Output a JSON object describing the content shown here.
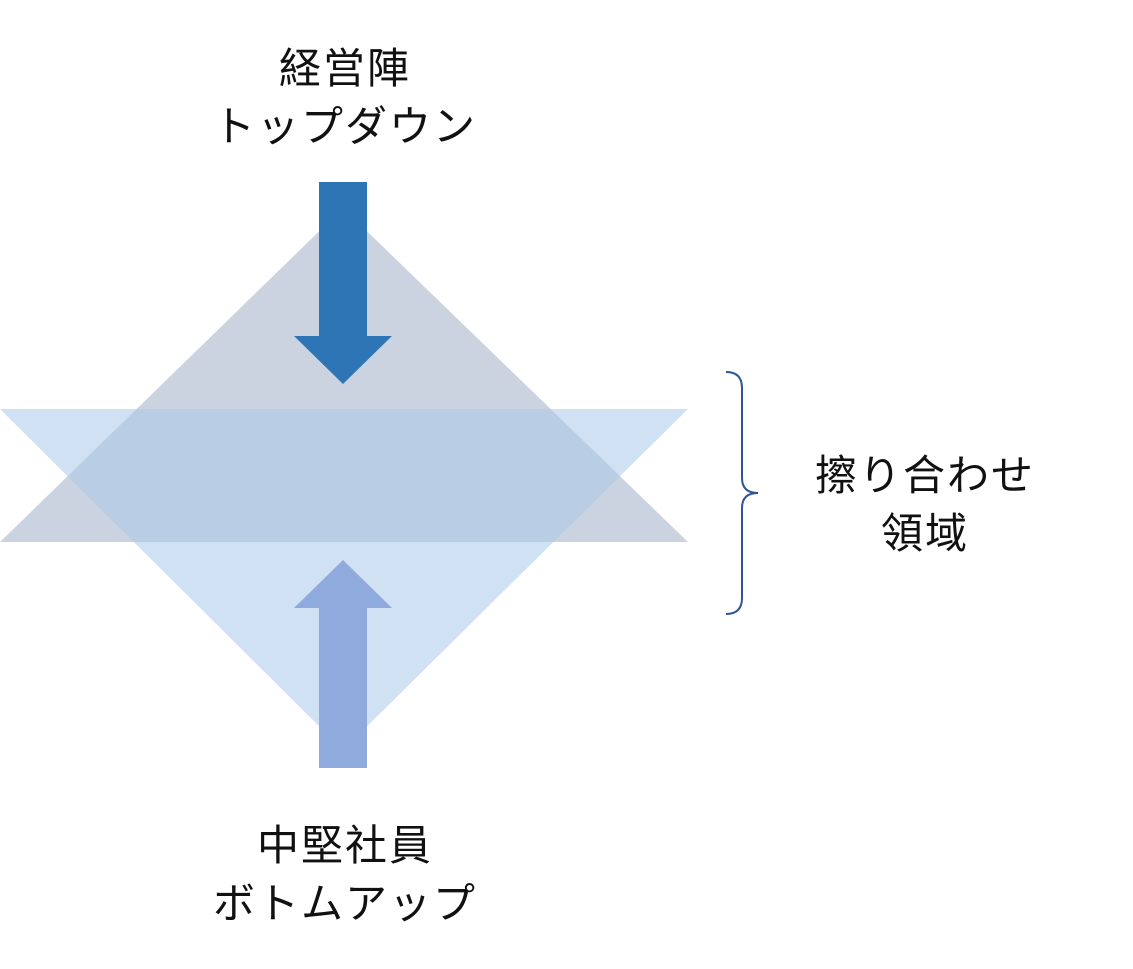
{
  "top_label": {
    "line1": "経営陣",
    "line2": "トップダウン"
  },
  "bottom_label": {
    "line1": "中堅社員",
    "line2": "ボトムアップ"
  },
  "zone_label": {
    "line1": "擦り合わせ",
    "line2": "領域"
  },
  "colors": {
    "top_triangle": "#ccd3e0",
    "bottom_triangle": "#a9c8ea",
    "top_arrow": "#2e75b6",
    "bottom_arrow": "#8faadc",
    "bracket": "#2f5597",
    "text": "#111111"
  }
}
